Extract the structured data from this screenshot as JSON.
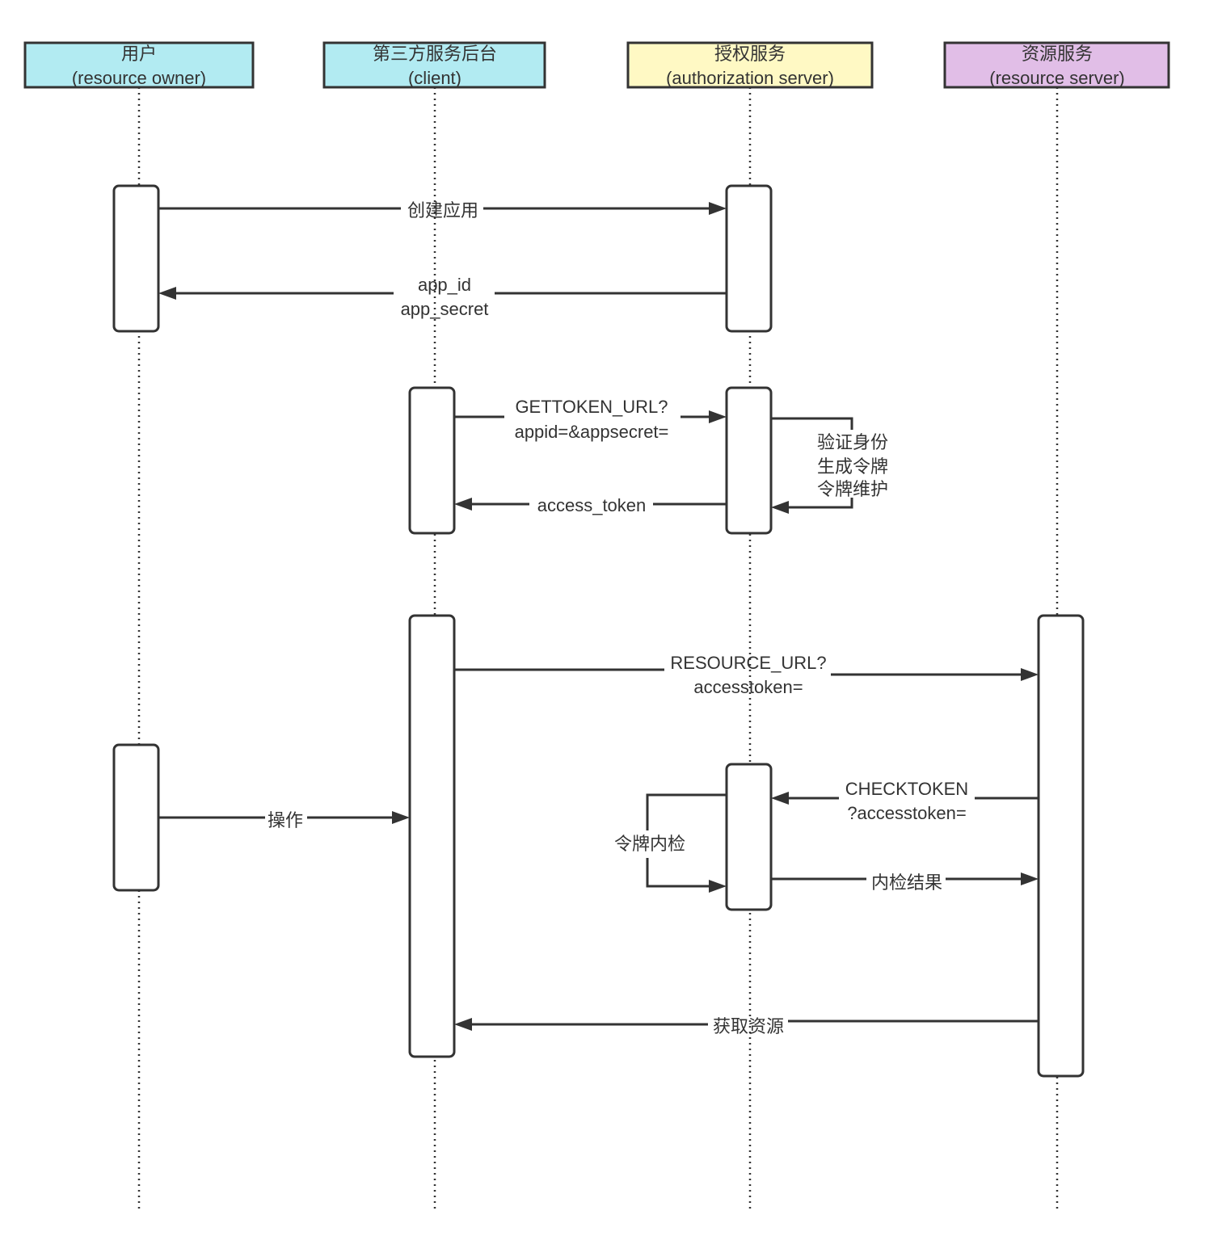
{
  "participants": [
    {
      "name": "用户",
      "role": "(resource owner)",
      "color": "#b2ebf2"
    },
    {
      "name": "第三方服务后台",
      "role": "(client)",
      "color": "#b2ebf2"
    },
    {
      "name": "授权服务",
      "role": "(authorization server)",
      "color": "#fff9c4"
    },
    {
      "name": "资源服务",
      "role": "(resource server)",
      "color": "#e1bee7"
    }
  ],
  "messages": [
    {
      "from": 0,
      "to": 2,
      "label": [
        "创建应用"
      ]
    },
    {
      "from": 2,
      "to": 0,
      "label": [
        "app_id",
        "app_secret"
      ]
    },
    {
      "from": 1,
      "to": 2,
      "label": [
        "GETTOKEN_URL?",
        "appid=&appsecret="
      ]
    },
    {
      "from": 2,
      "to": 2,
      "label": [
        "验证身份",
        "生成令牌",
        "令牌维护"
      ]
    },
    {
      "from": 2,
      "to": 1,
      "label": [
        "access_token"
      ]
    },
    {
      "from": 1,
      "to": 3,
      "label": [
        "RESOURCE_URL?",
        "accesstoken="
      ]
    },
    {
      "from": 3,
      "to": 2,
      "label": [
        "CHECKTOKEN",
        "?accesstoken="
      ]
    },
    {
      "from": 2,
      "to": 2,
      "label": [
        "令牌内检"
      ]
    },
    {
      "from": 2,
      "to": 3,
      "label": [
        "内检结果"
      ]
    },
    {
      "from": 0,
      "to": 1,
      "label": [
        "操作"
      ]
    },
    {
      "from": 3,
      "to": 1,
      "label": [
        "获取资源"
      ]
    }
  ]
}
